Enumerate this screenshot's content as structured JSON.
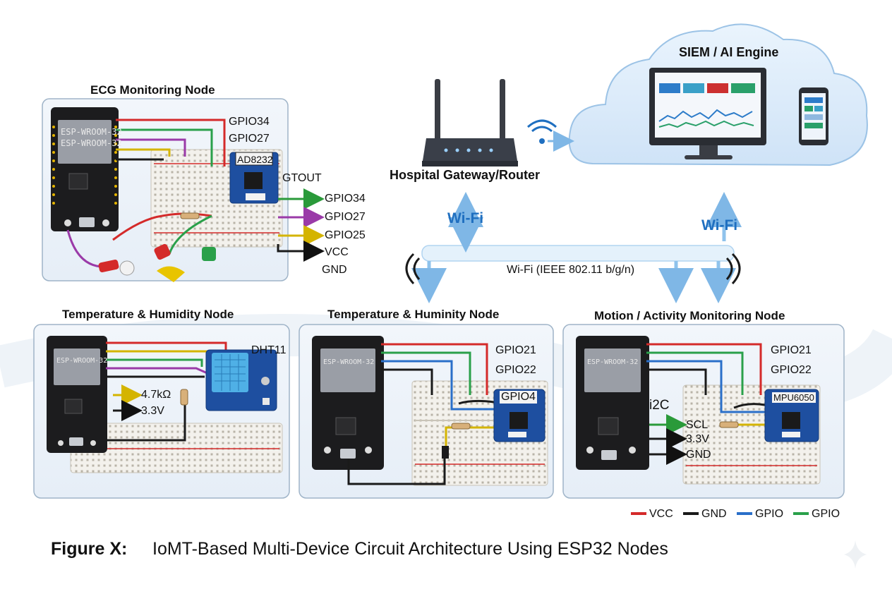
{
  "cloud": {
    "title": "SIEM / AI Engine"
  },
  "gateway": {
    "label": "Hospital Gateway/Router"
  },
  "network": {
    "wifi_left": "Wi-Fi",
    "wifi_right": "Wi-Fi",
    "bus_label": "Wi-Fi (IEEE 802.11 b/g/n)"
  },
  "ecg_node": {
    "title": "ECG Monitoring Node",
    "chip_line1": "ESP-WROOM-32",
    "chip_line2": "ESP-WROOM-32",
    "module": "AD8232",
    "pins_top": [
      "GPIO34",
      "GPIO27"
    ],
    "out_label": "GTOUT",
    "pins_side": [
      "GPIO34",
      "GPIO27",
      "GPIO25",
      "VCC",
      "GND"
    ]
  },
  "temp_node_left": {
    "title": "Temperature & Humidity Node",
    "chip": "ESP-WROOM-32",
    "module": "DHT11",
    "resistor": "4.7kΩ",
    "voltage": "3.3V"
  },
  "temp_node_mid": {
    "title": "Temperature & Huminity Node",
    "chip": "ESP-WROOM-32",
    "pins": [
      "GPIO21",
      "GPIO22"
    ],
    "module": "GPIO4"
  },
  "motion_node": {
    "title": "Motion / Activity Monitoring Node",
    "chip": "ESP-WROOM-32",
    "pins": [
      "GPIO21",
      "GPIO22"
    ],
    "bus": "i2C",
    "module": "MPU6050",
    "labels": [
      "SCL",
      "3.3V",
      "GND"
    ]
  },
  "legend": [
    {
      "label": "VCC",
      "color": "#d42a2a"
    },
    {
      "label": "GND",
      "color": "#1a1a1a"
    },
    {
      "label": "GPIO",
      "color": "#2a6fc9"
    },
    {
      "label": "GPIO",
      "color": "#2aa04a"
    }
  ],
  "caption": {
    "prefix": "Figure X:",
    "text": "IoMT-Based Multi-Device Circuit Architecture Using ESP32 Nodes"
  }
}
